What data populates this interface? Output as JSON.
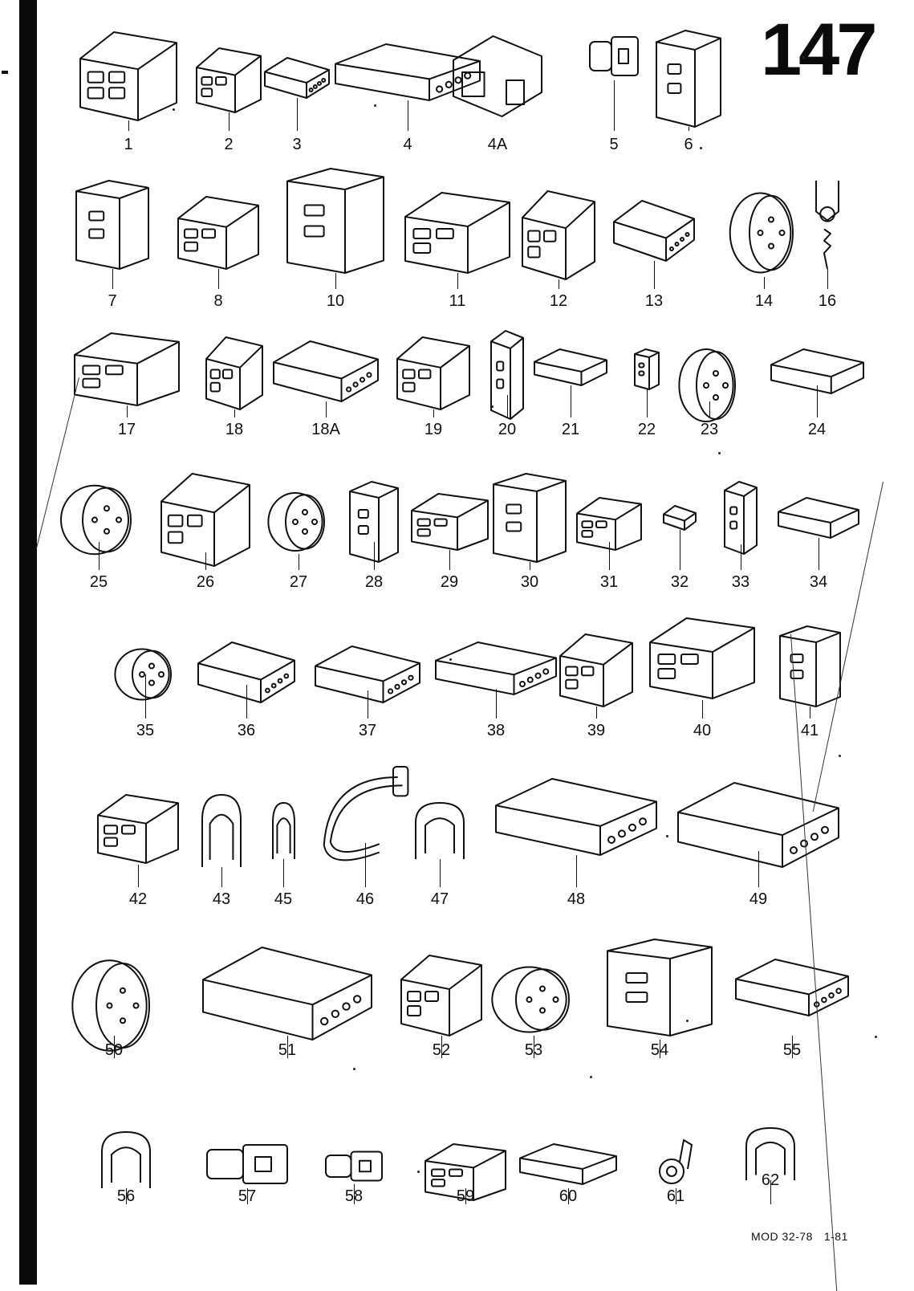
{
  "page": {
    "number": "147",
    "footer_model": "MOD 32-78",
    "footer_date": "1-81"
  },
  "parts": [
    {
      "label": "1"
    },
    {
      "label": "2"
    },
    {
      "label": "3"
    },
    {
      "label": "4"
    },
    {
      "label": "4A"
    },
    {
      "label": "5"
    },
    {
      "label": "6"
    },
    {
      "label": "7"
    },
    {
      "label": "8"
    },
    {
      "label": "10"
    },
    {
      "label": "11"
    },
    {
      "label": "12"
    },
    {
      "label": "13"
    },
    {
      "label": "14"
    },
    {
      "label": "16"
    },
    {
      "label": "17"
    },
    {
      "label": "18"
    },
    {
      "label": "18A"
    },
    {
      "label": "19"
    },
    {
      "label": "20"
    },
    {
      "label": "21"
    },
    {
      "label": "22"
    },
    {
      "label": "23"
    },
    {
      "label": "24"
    },
    {
      "label": "25"
    },
    {
      "label": "26"
    },
    {
      "label": "27"
    },
    {
      "label": "28"
    },
    {
      "label": "29"
    },
    {
      "label": "30"
    },
    {
      "label": "31"
    },
    {
      "label": "32"
    },
    {
      "label": "33"
    },
    {
      "label": "34"
    },
    {
      "label": "35"
    },
    {
      "label": "36"
    },
    {
      "label": "37"
    },
    {
      "label": "38"
    },
    {
      "label": "39"
    },
    {
      "label": "40"
    },
    {
      "label": "41"
    },
    {
      "label": "42"
    },
    {
      "label": "43"
    },
    {
      "label": "45"
    },
    {
      "label": "46"
    },
    {
      "label": "47"
    },
    {
      "label": "48"
    },
    {
      "label": "49"
    },
    {
      "label": "50"
    },
    {
      "label": "51"
    },
    {
      "label": "52"
    },
    {
      "label": "53"
    },
    {
      "label": "54"
    },
    {
      "label": "55"
    },
    {
      "label": "56"
    },
    {
      "label": "57"
    },
    {
      "label": "58"
    },
    {
      "label": "59"
    },
    {
      "label": "60"
    },
    {
      "label": "61"
    },
    {
      "label": "62"
    }
  ],
  "icons": {
    "part_drawing": "connector-line-drawing-icon"
  }
}
